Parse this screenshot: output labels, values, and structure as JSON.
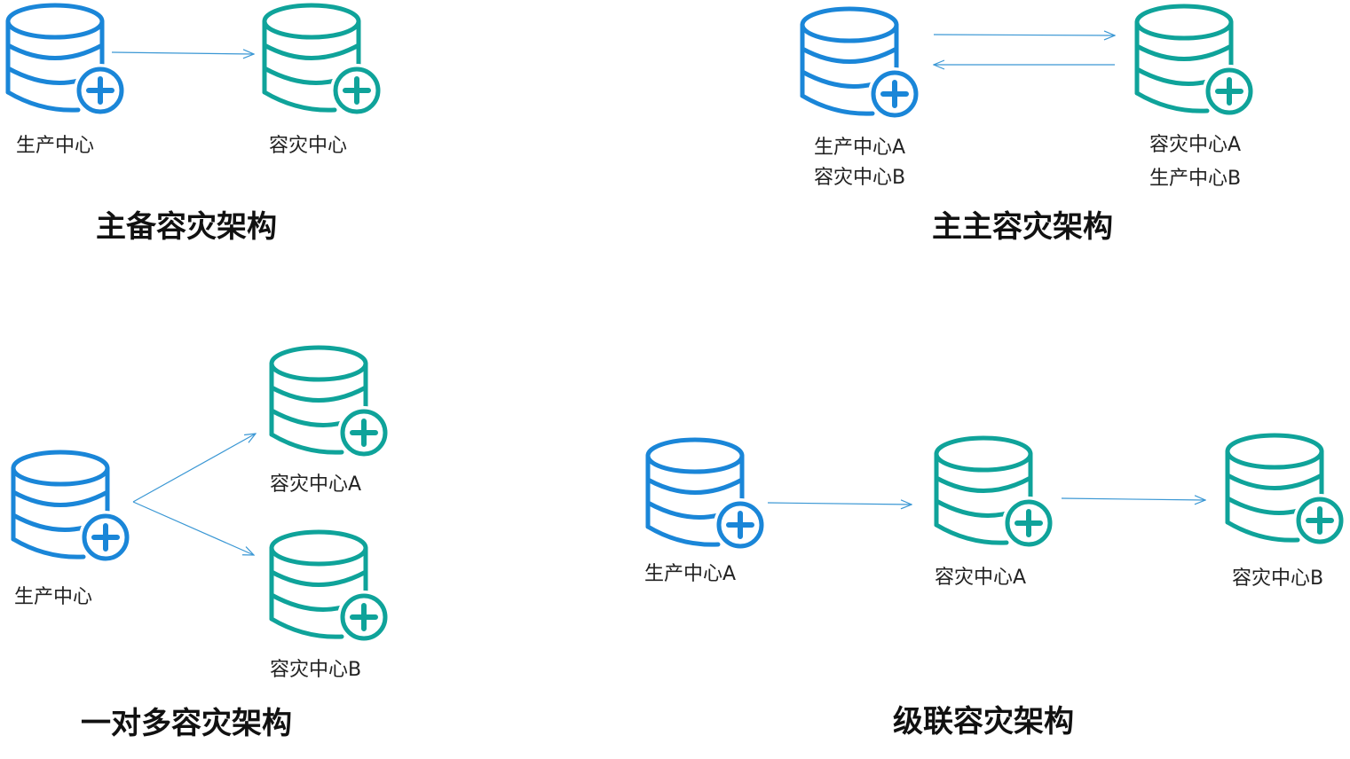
{
  "colors": {
    "primary_db": "#1A86D8",
    "standby_db": "#0FA39A",
    "arrow": "#3A97D4"
  },
  "icons": {
    "database": "database-plus-icon",
    "arrow": "arrow-icon"
  },
  "panels": {
    "active_standby": {
      "title": "主备容灾架构",
      "production_label": "生产中心",
      "dr_label": "容灾中心"
    },
    "active_active": {
      "title": "主主容灾架构",
      "left_label_1": "生产中心A",
      "left_label_2": "容灾中心B",
      "right_label_1": "容灾中心A",
      "right_label_2": "生产中心B"
    },
    "one_to_many": {
      "title": "一对多容灾架构",
      "production_label": "生产中心",
      "dr_a_label": "容灾中心A",
      "dr_b_label": "容灾中心B"
    },
    "cascade": {
      "title": "级联容灾架构",
      "production_label": "生产中心A",
      "dr_a_label": "容灾中心A",
      "dr_b_label": "容灾中心B"
    }
  }
}
